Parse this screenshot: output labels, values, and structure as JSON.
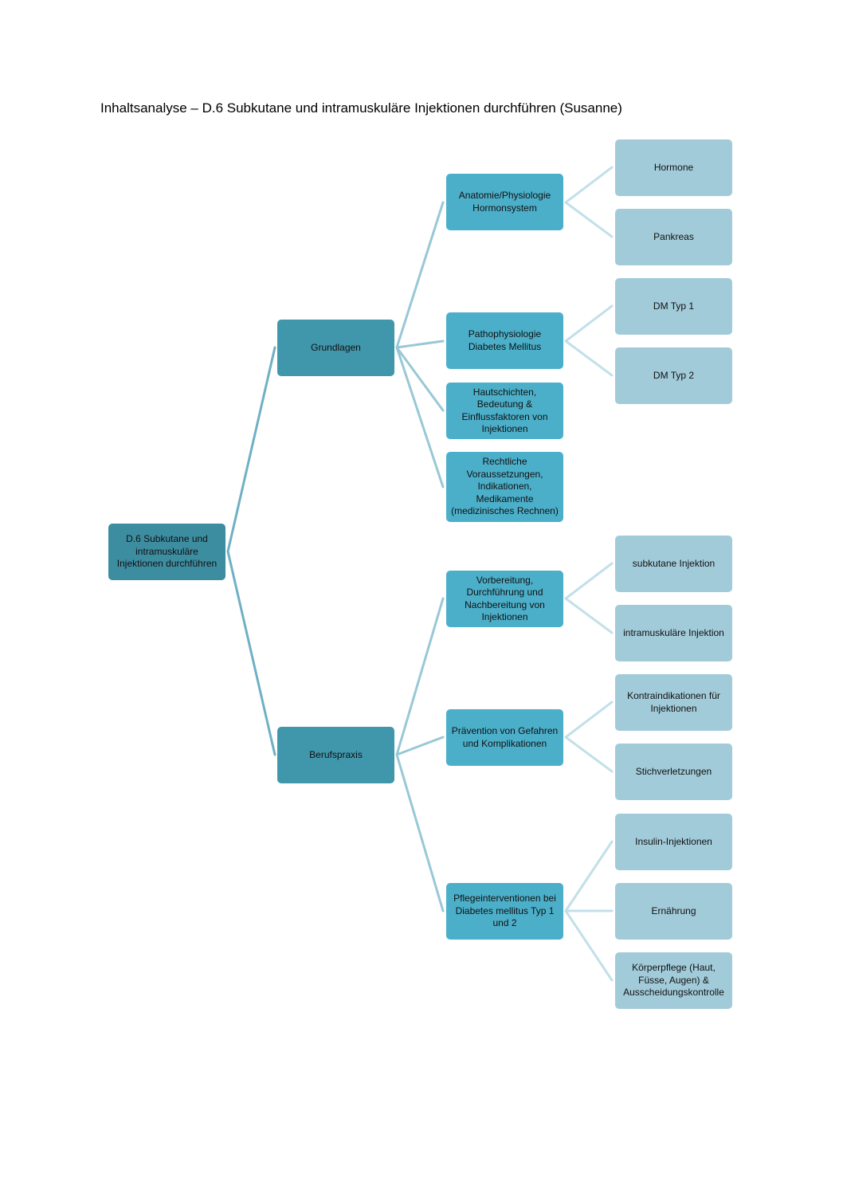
{
  "title": "Inhaltsanalyse – D.6 Subkutane und intramuskuläre Injektionen durchführen (Susanne)",
  "root": "D.6 Subkutane und\nintramuskuläre\nInjektionen durchführen",
  "branches": {
    "grundlagen": {
      "label": "Grundlagen",
      "topics": {
        "anatomie": {
          "label": "Anatomie/Physiologie\nHormonsystem",
          "items": [
            "Hormone",
            "Pankreas"
          ]
        },
        "pathophysiologie": {
          "label": "Pathophysiologie\nDiabetes Mellitus",
          "items": [
            "DM Typ 1",
            "DM Typ 2"
          ]
        },
        "hautschichten": {
          "label": "Hautschichten,\nBedeutung &\nEinflussfaktoren von\nInjektionen"
        },
        "rechtliche": {
          "label": "Rechtliche\nVoraussetzungen,\nIndikationen,\nMedikamente\n(medizinisches Rechnen)"
        }
      }
    },
    "berufspraxis": {
      "label": "Berufspraxis",
      "topics": {
        "vorbereitung": {
          "label": "Vorbereitung,\nDurchführung und\nNachbereitung von\nInjektionen",
          "items": [
            "subkutane Injektion",
            "intramuskuläre Injektion"
          ]
        },
        "praevention": {
          "label": "Prävention von Gefahren\nund Komplikationen",
          "items": [
            "Kontraindikationen für\nInjektionen",
            "Stichverletzungen"
          ]
        },
        "pflege": {
          "label": "Pflegeinterventionen bei\nDiabetes mellitus Typ 1\nund 2",
          "items": [
            "Insulin-Injektionen",
            "Ernährung",
            "Körperpflege (Haut,\nFüsse, Augen) &\nAusscheidungskontrolle"
          ]
        }
      }
    }
  },
  "colors": {
    "root": "#3d8da1",
    "level1": "#4096ab",
    "level2": "#4cafc9",
    "level3": "#a2cbda",
    "connector_dark": "#6fb0c4",
    "connector_mid": "#98c8d6",
    "connector_light": "#c2e0ea"
  }
}
